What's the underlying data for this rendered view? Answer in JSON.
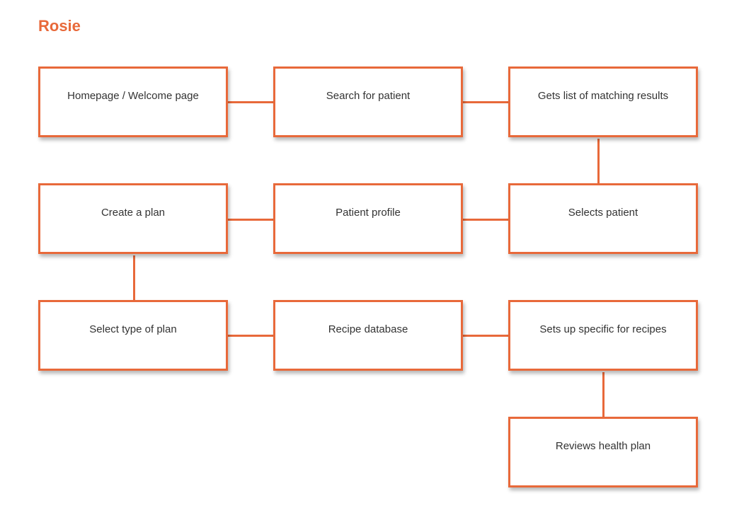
{
  "title": "Rosie",
  "colors": {
    "accent": "#e8693a",
    "text": "#333333"
  },
  "nodes": {
    "homepage": "Homepage / Welcome page",
    "search": "Search for patient",
    "results": "Gets list of matching results",
    "create_plan": "Create a plan",
    "patient_profile": "Patient profile",
    "selects_patient": "Selects patient",
    "select_type": "Select type of plan",
    "recipe_db": "Recipe database",
    "sets_up": "Sets up specific for recipes",
    "reviews": "Reviews health plan"
  },
  "connections": [
    [
      "Homepage / Welcome page",
      "Search for patient"
    ],
    [
      "Search for patient",
      "Gets list of matching results"
    ],
    [
      "Gets list of matching results",
      "Selects patient"
    ],
    [
      "Selects patient",
      "Patient profile"
    ],
    [
      "Patient profile",
      "Create a plan"
    ],
    [
      "Create a plan",
      "Select type of plan"
    ],
    [
      "Select type of plan",
      "Recipe database"
    ],
    [
      "Recipe database",
      "Sets up specific for recipes"
    ],
    [
      "Sets up specific for recipes",
      "Reviews health plan"
    ]
  ]
}
